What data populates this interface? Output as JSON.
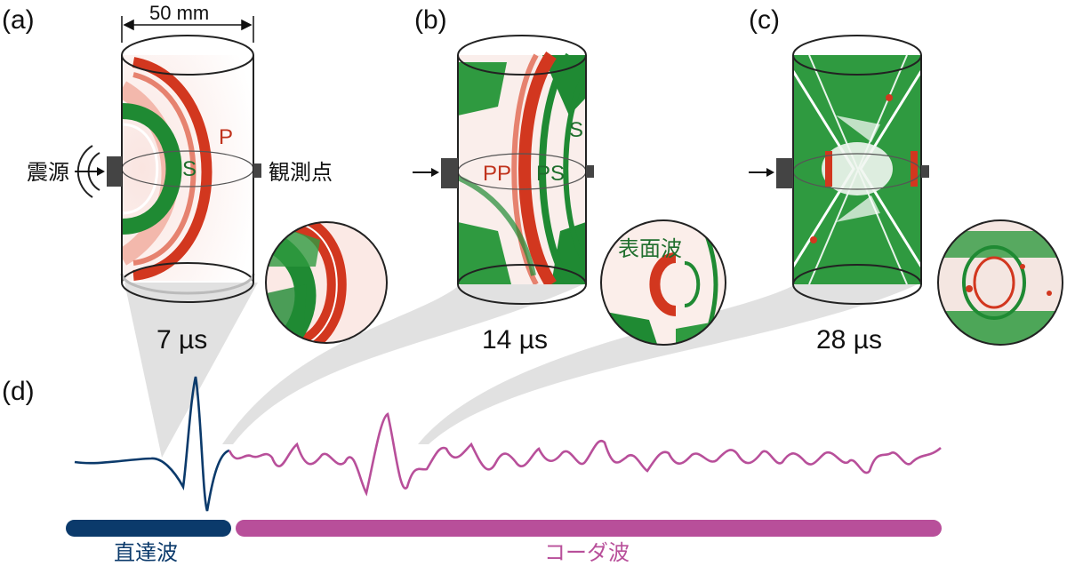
{
  "panels": {
    "a": {
      "letter": "(a)",
      "time": "7 µs",
      "source_label": "震源",
      "receiver_label": "観測点",
      "width_label": "50 mm",
      "p_label": "P",
      "s_label": "S"
    },
    "b": {
      "letter": "(b)",
      "time": "14 µs",
      "pp_label": "PP",
      "ps_label": "PS",
      "s_label": "S",
      "surface_label": "表面波"
    },
    "c": {
      "letter": "(c)",
      "time": "28 µs"
    },
    "d": {
      "letter": "(d)"
    }
  },
  "bars": {
    "direct": {
      "label": "直達波",
      "color": "#0b3a6b"
    },
    "coda": {
      "label": "コーダ波",
      "color": "#b84f9a"
    }
  },
  "colors": {
    "p_wave": "#d2371f",
    "s_wave": "#1f8a33",
    "direct_trace": "#0b3a6b",
    "coda_trace": "#b84f9a"
  }
}
